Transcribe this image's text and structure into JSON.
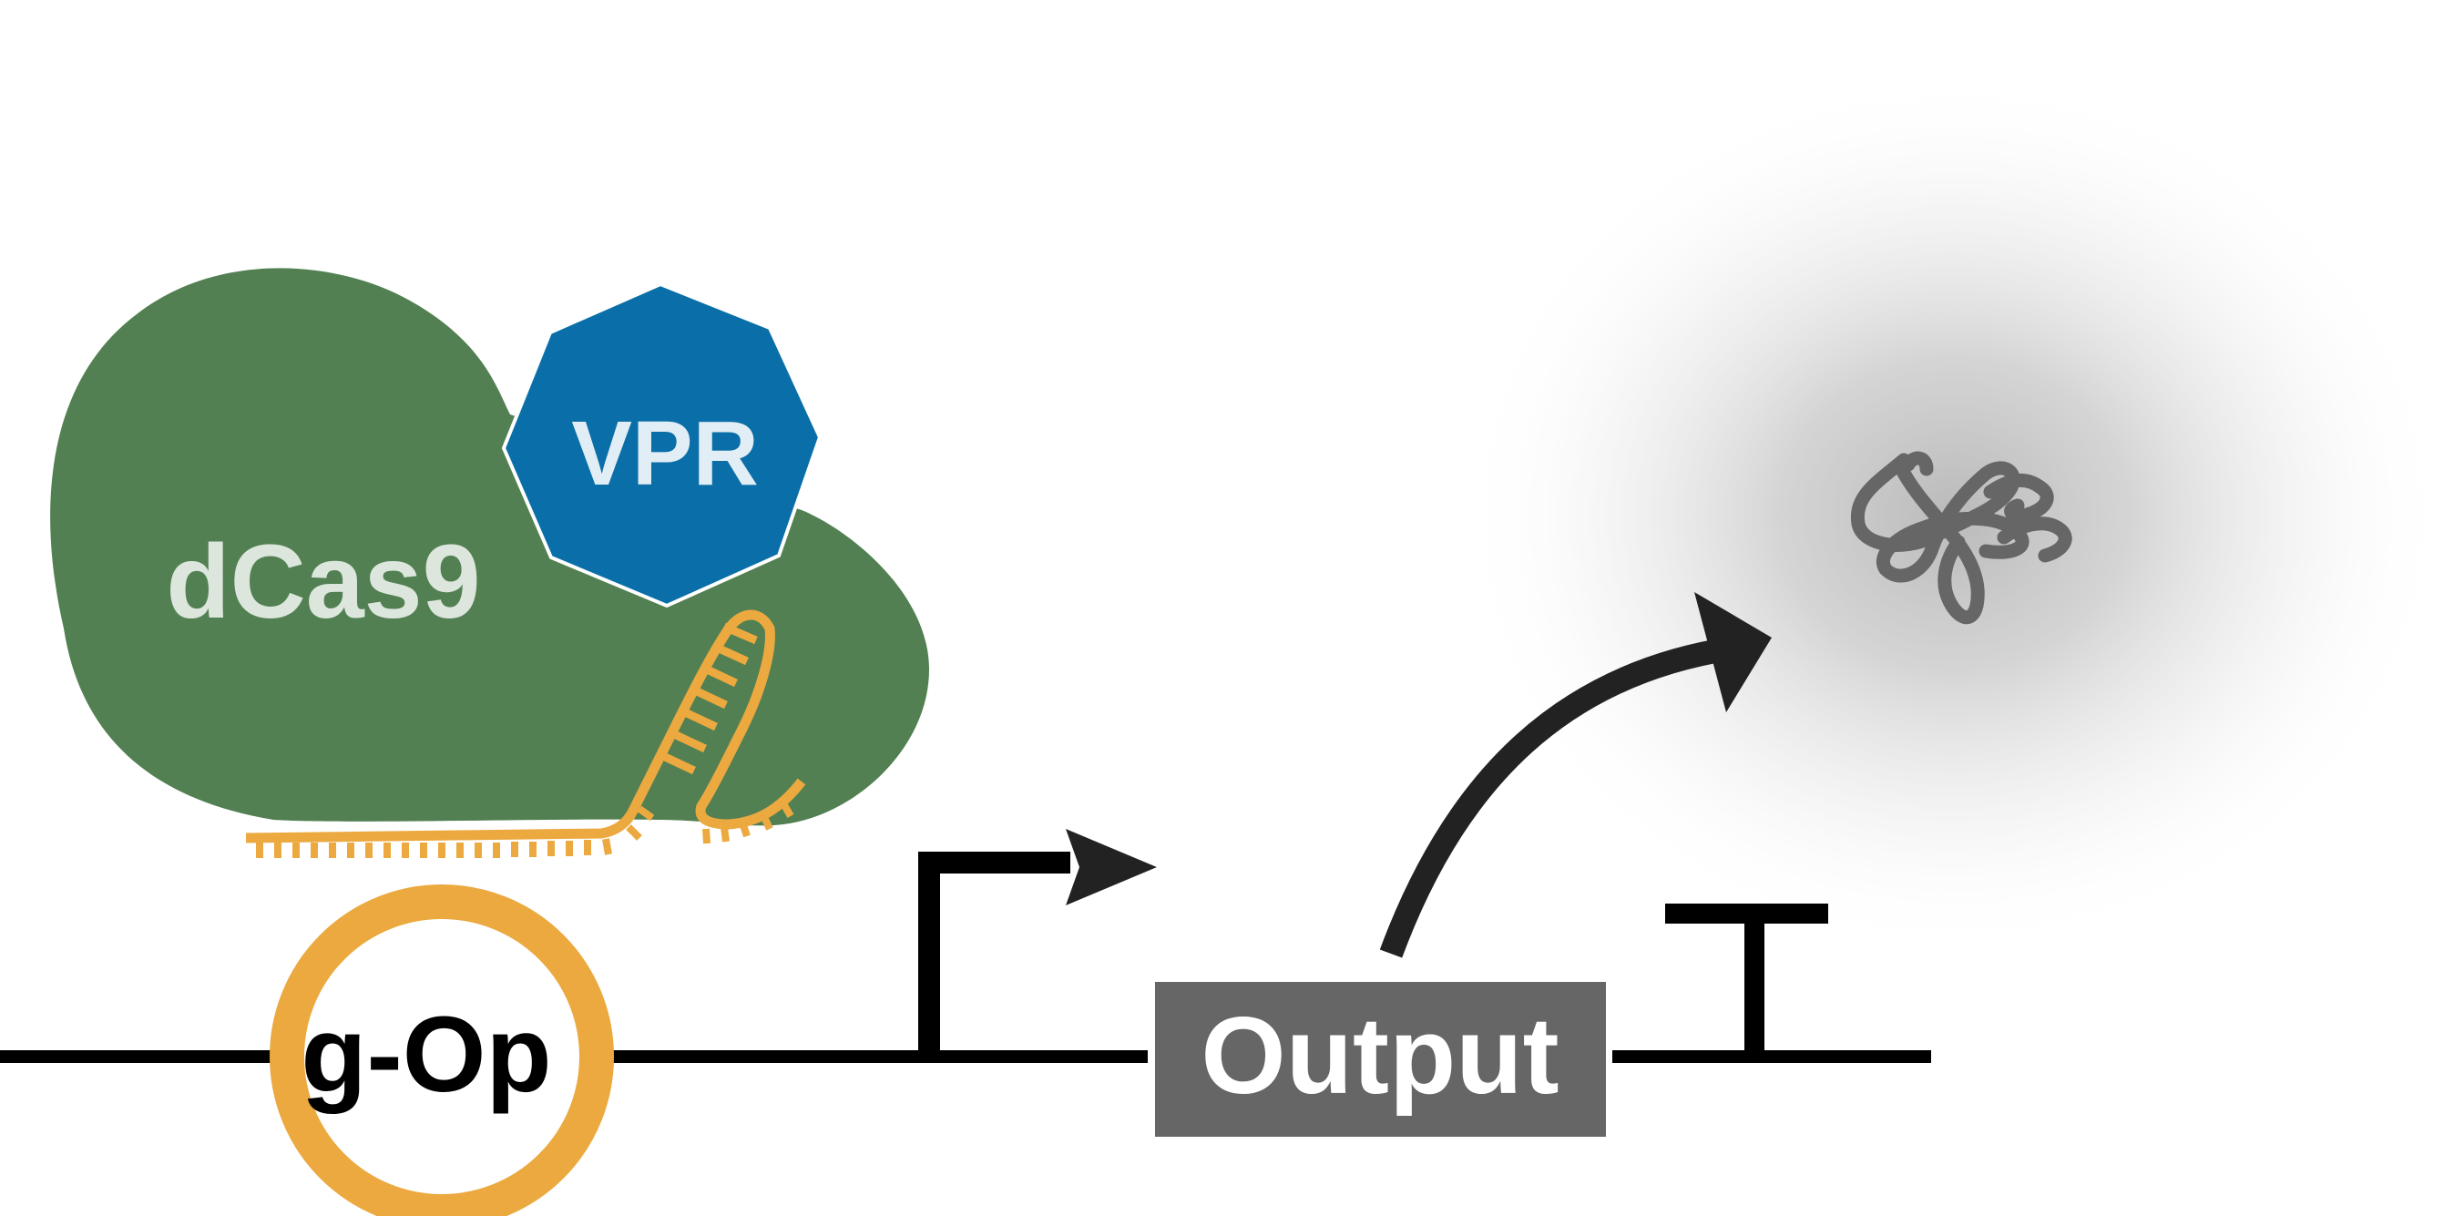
{
  "labels": {
    "protein": "dCas9",
    "effector": "VPR",
    "operator": "g-Op",
    "gene": "Output"
  },
  "colors": {
    "dcas9_fill": "#528052",
    "dcas9_text": "#dde6dd",
    "vpr_fill": "#0a6fa8",
    "vpr_text": "#e2eef5",
    "grna": "#eba93f",
    "operator_ring": "#eba93f",
    "output_box": "#666666",
    "output_text": "#ffffff",
    "dna_line": "#000000",
    "arrow": "#222222",
    "product_glow": "#8c8c8c",
    "product_squiggle": "#666666"
  },
  "icons": {
    "promoter": "promoter-arrow-icon",
    "terminator": "terminator-icon",
    "expression": "curved-arrow-icon",
    "product": "protein-squiggle-icon",
    "guide_rna": "guide-rna-icon"
  }
}
